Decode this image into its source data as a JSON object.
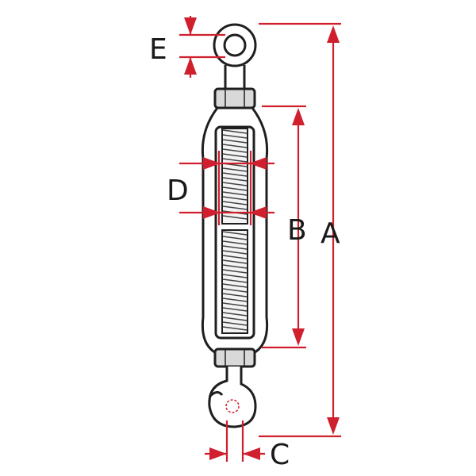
{
  "diagram": {
    "labels": {
      "a": "A",
      "b": "B",
      "c": "C",
      "d": "D",
      "e": "E"
    },
    "colors": {
      "dimension": "#d0202e",
      "outline": "#1f1f1f",
      "nut_fill": "#d9d9d9"
    }
  }
}
